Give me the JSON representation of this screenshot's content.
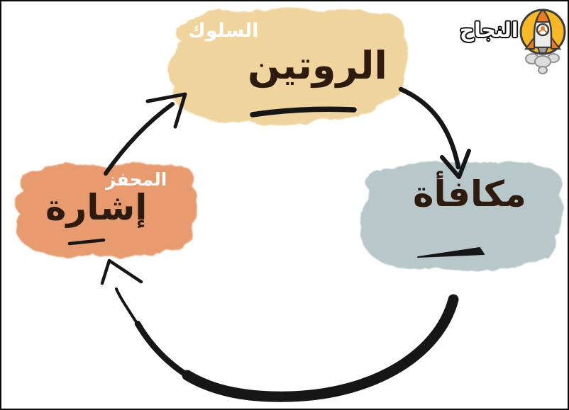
{
  "page": {
    "background": "#ffffff",
    "frame_color": "#0a0a0a",
    "description_type": "habit-loop-cycle-diagram"
  },
  "logo": {
    "text": "النجاح",
    "icon": "rocket-icon",
    "circle_color": "#f7b727",
    "circle_border": "#3c3c3c",
    "rocket_accent": "#e87a22",
    "rocket_body": "#ececec",
    "smoke_fill": "#dcdcdc",
    "smoke_border": "#8f8f8f",
    "nozzle_fill": "#9e9e9e"
  },
  "colors": {
    "ink": "#161616",
    "dark_text": "#2e1b10",
    "light_text": "#ffffff",
    "routine_blob": "#f0d49d",
    "cue_blob": "#e99b70",
    "reward_blob": "#b7c7ca"
  },
  "nodes": {
    "routine": {
      "top_label": "السلوك",
      "label": "الروتين"
    },
    "cue": {
      "top_label": "المحفز",
      "label": "إشارة"
    },
    "reward": {
      "label": "مكافأة"
    }
  }
}
